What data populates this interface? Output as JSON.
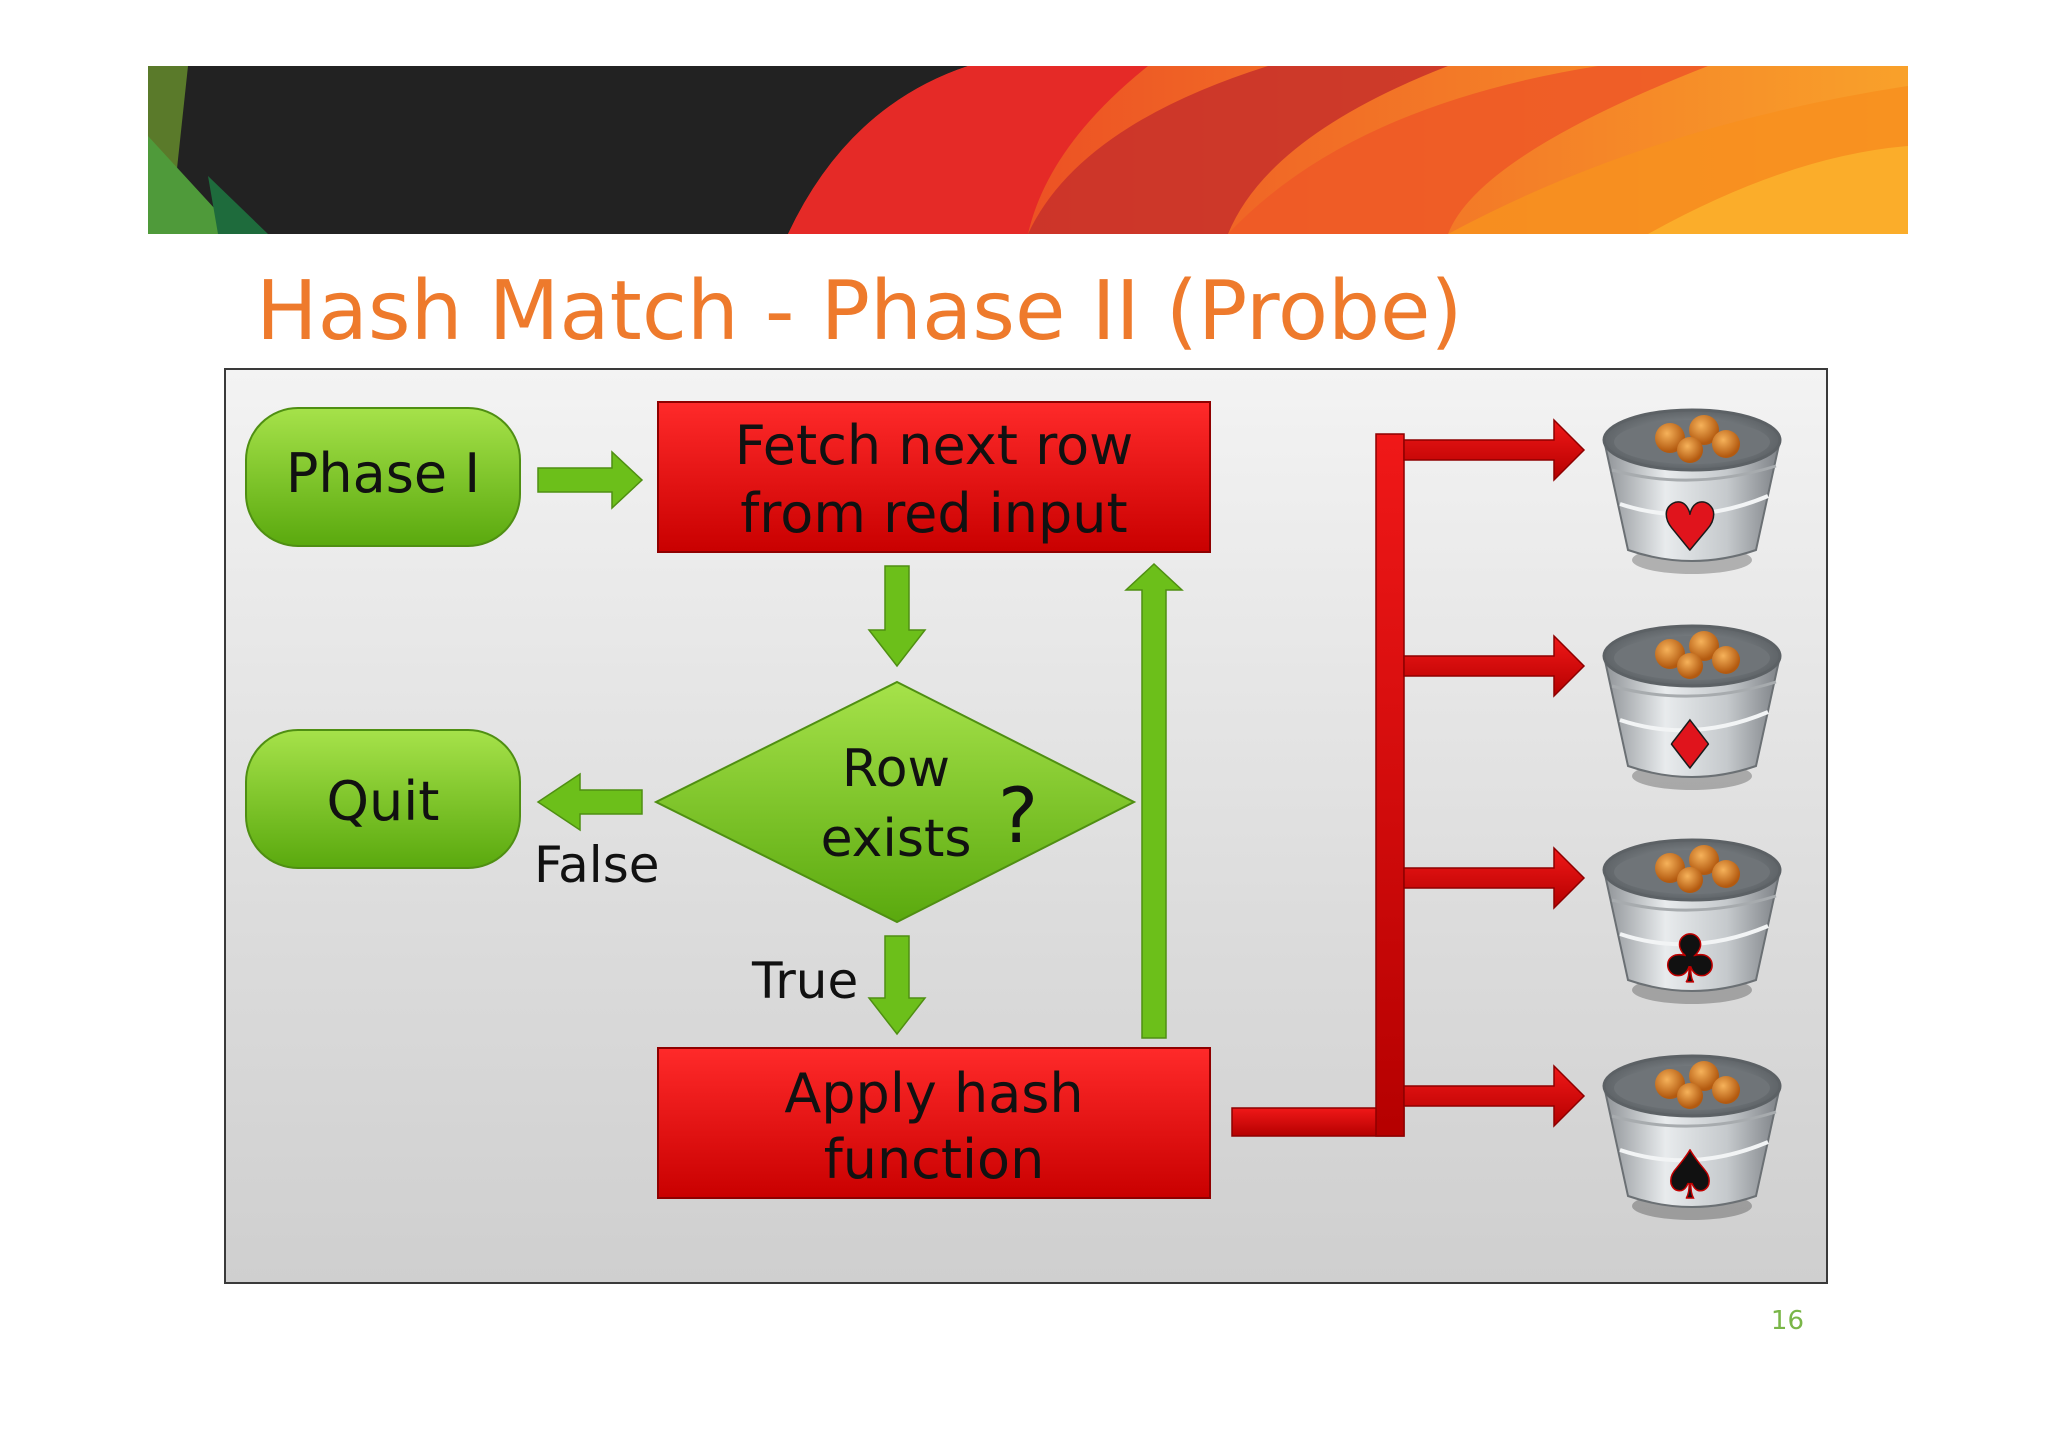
{
  "slide": {
    "title": "Hash Match - Phase II (Probe)",
    "page_number": "16"
  },
  "flowchart": {
    "phase1": "Phase I",
    "quit": "Quit",
    "fetch_line1": "Fetch next row",
    "fetch_line2": "from red input",
    "decision_line1": "Row",
    "decision_line2": "exists",
    "decision_mark": "?",
    "false_label": "False",
    "true_label": "True",
    "apply_line1": "Apply hash",
    "apply_line2": "function"
  },
  "buckets": [
    {
      "suit": "heart",
      "symbol": "♥",
      "color": "#e0141c"
    },
    {
      "suit": "diamond",
      "symbol": "♦",
      "color": "#e0141c"
    },
    {
      "suit": "club",
      "symbol": "♣",
      "color": "#111111"
    },
    {
      "suit": "spade",
      "symbol": "♠",
      "color": "#111111"
    }
  ],
  "colors": {
    "title": "#ee7a2c",
    "process_red": "#e00000",
    "terminal_green": "#7cc520",
    "arrow_green": "#6cbf1a",
    "arrow_red": "#d40000",
    "page_number": "#7ab648"
  }
}
